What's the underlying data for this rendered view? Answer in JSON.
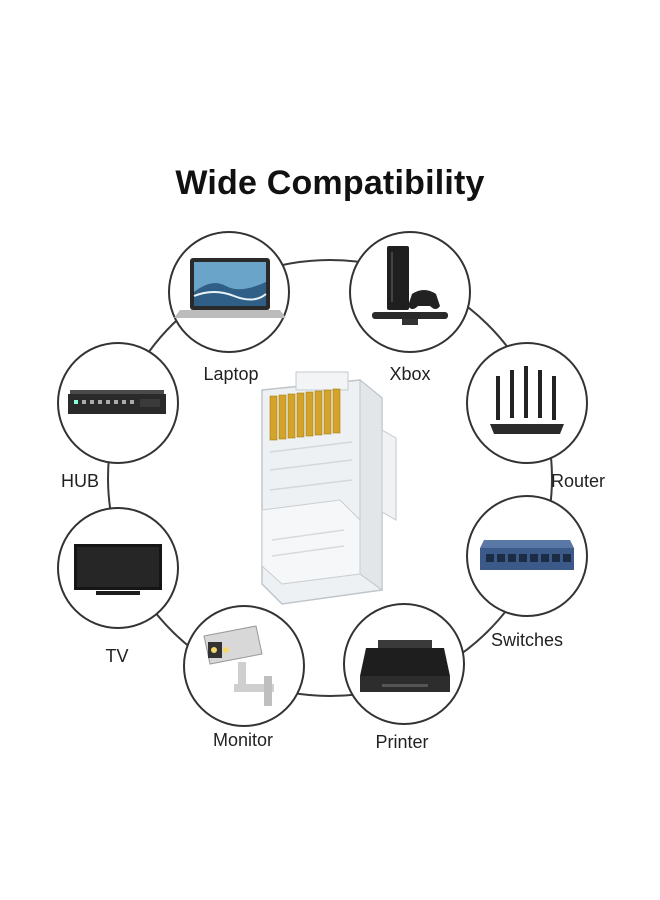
{
  "title": "Wide Compatibility",
  "devices": [
    {
      "id": "laptop",
      "label": "Laptop",
      "icon": "laptop-icon"
    },
    {
      "id": "xbox",
      "label": "Xbox",
      "icon": "game-console-icon"
    },
    {
      "id": "router",
      "label": "Router",
      "icon": "router-icon"
    },
    {
      "id": "switches",
      "label": "Switches",
      "icon": "network-switch-icon"
    },
    {
      "id": "printer",
      "label": "Printer",
      "icon": "printer-icon"
    },
    {
      "id": "monitor",
      "label": "Monitor",
      "icon": "security-camera-icon"
    },
    {
      "id": "tv",
      "label": "TV",
      "icon": "tv-icon"
    },
    {
      "id": "hub",
      "label": "HUB",
      "icon": "network-hub-icon"
    }
  ],
  "center_icon": "rj45-connector-icon",
  "colors": {
    "background": "#ffffff",
    "ring": "#3a3a3a",
    "circle_border": "#333333",
    "gold_pins": "#d4a32a",
    "switch_blue": "#3b5a8a"
  }
}
